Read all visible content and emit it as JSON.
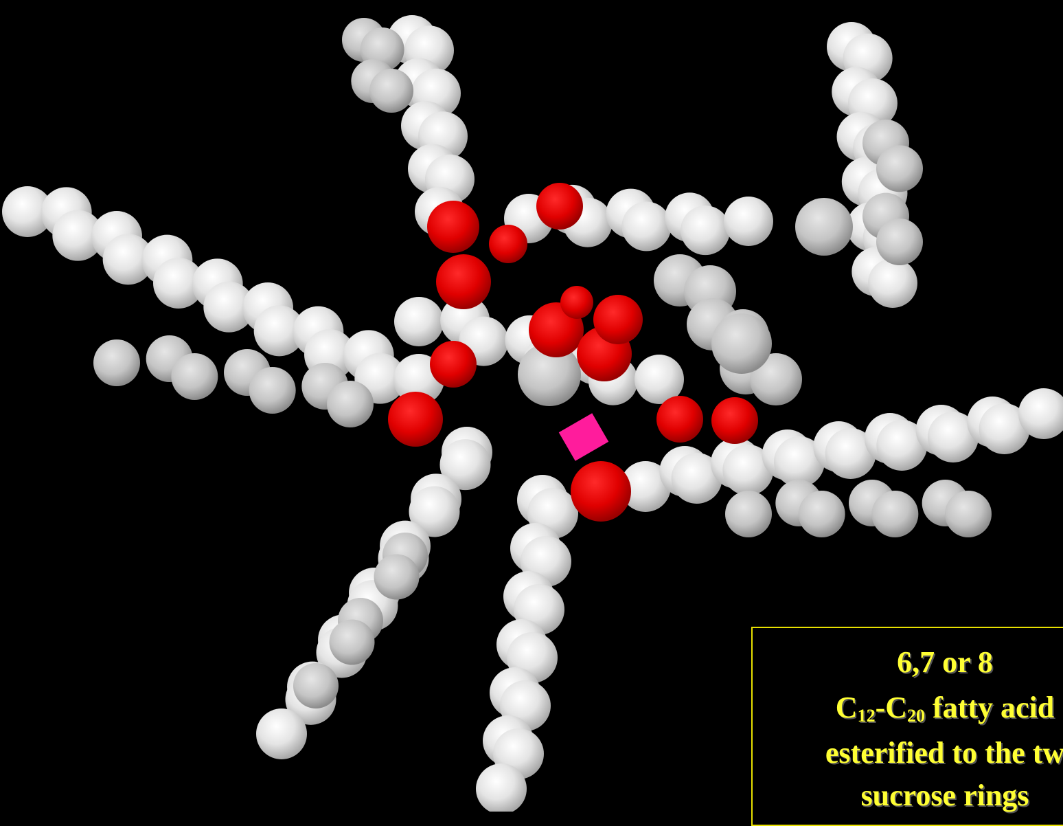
{
  "image": {
    "description_colors": {
      "background": "#000000",
      "carbon_hydrogen_atom": "#d8d8d8",
      "carbon_core_atom": "#b4b4b4",
      "oxygen_atom": "#e00000",
      "highlight_atom": "#ff1c9c",
      "caption_text": "#ffff33",
      "caption_border": "#e8e000"
    }
  },
  "caption": {
    "line1": "6,7 or 8",
    "line2_c1": "C",
    "line2_sub1": "12",
    "line2_dash": "-C",
    "line2_sub2": "20",
    "line2_rest": " fatty acid",
    "line3": "esterified to the tw",
    "line4": "sucrose rings"
  }
}
